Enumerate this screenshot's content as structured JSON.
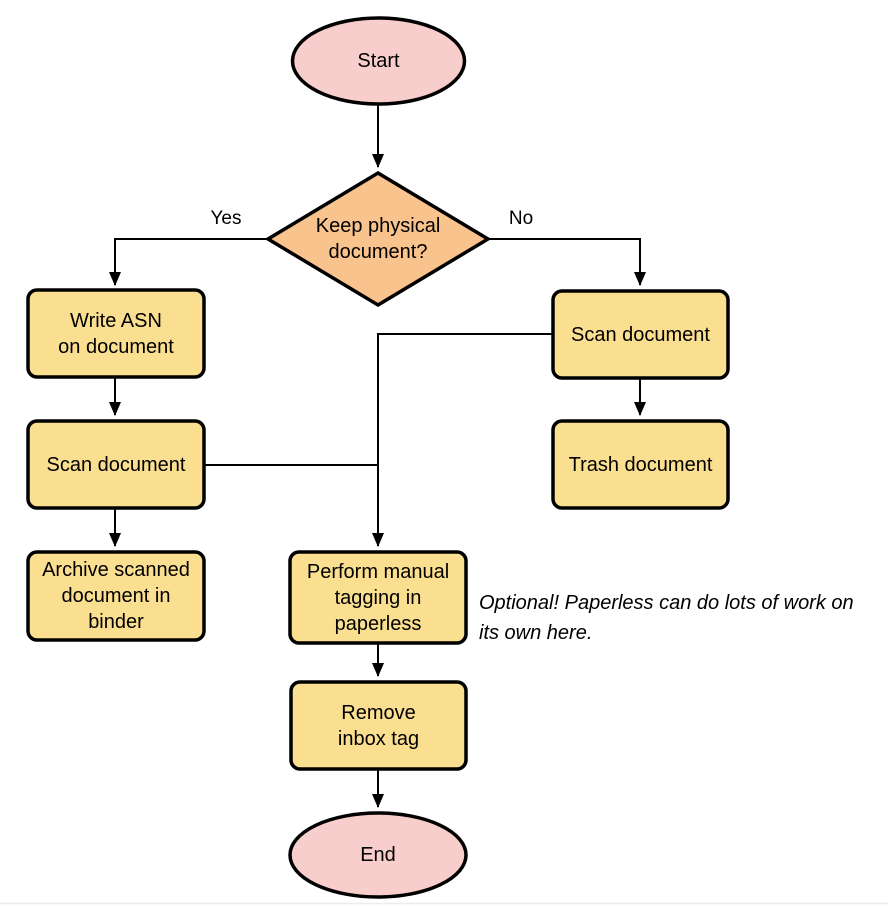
{
  "diagram": {
    "type": "flowchart",
    "nodes": {
      "start": {
        "label": "Start",
        "shape": "ellipse"
      },
      "decision": {
        "label": "Keep physical\ndocument?",
        "shape": "diamond"
      },
      "write_asn": {
        "label": "Write ASN\non document",
        "shape": "process"
      },
      "scan_left": {
        "label": "Scan document",
        "shape": "process"
      },
      "archive": {
        "label": "Archive scanned\ndocument in\nbinder",
        "shape": "process"
      },
      "scan_right": {
        "label": "Scan document",
        "shape": "process"
      },
      "trash": {
        "label": "Trash document",
        "shape": "process"
      },
      "perform_tagging": {
        "label": "Perform manual\ntagging in\npaperless",
        "shape": "process"
      },
      "remove_inbox": {
        "label": "Remove\ninbox tag",
        "shape": "process"
      },
      "end": {
        "label": "End",
        "shape": "ellipse"
      }
    },
    "edge_labels": {
      "yes": "Yes",
      "no": "No"
    },
    "annotation": "Optional! Paperless can do lots of work on\nits own here.",
    "colors": {
      "terminal_fill": "#F8CECC",
      "decision_fill": "#F8C38D",
      "process_fill": "#FBDF90",
      "stroke": "#000000",
      "background": "#FFFFFF"
    }
  }
}
